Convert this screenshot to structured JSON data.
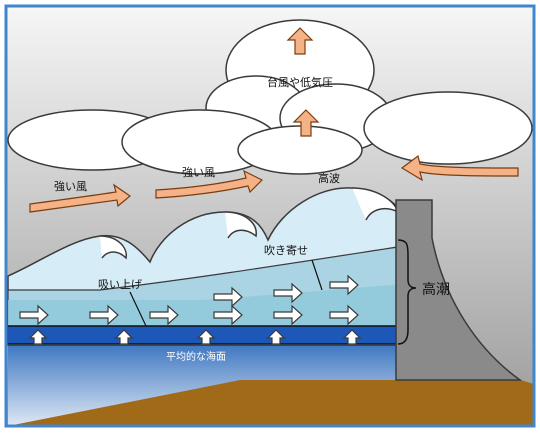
{
  "labels": {
    "cloud": "台風や低気圧",
    "wind_left": "強い風",
    "wind_center": "強い風",
    "high_waves": "高波",
    "wind_setup": "吹き寄せ",
    "suction": "吸い上げ",
    "storm_surge": "高潮",
    "mean_sea_level": "平均的な海面"
  },
  "colors": {
    "sky_top": "#f6f6f6",
    "sky_bottom": "#9e9e9e",
    "wave_light": "#d6ecf6",
    "wave_mid": "#aad4e4",
    "surge_layer": "#8fc9dc",
    "mean_band": "#1d57b8",
    "deep_sea": "#3266b0",
    "ground": "#a06a18",
    "seawall": "#8a8a8a",
    "wind_arrow": "#f4b286",
    "up_arrow": "#f4b286",
    "frame": "#3f86ce"
  }
}
